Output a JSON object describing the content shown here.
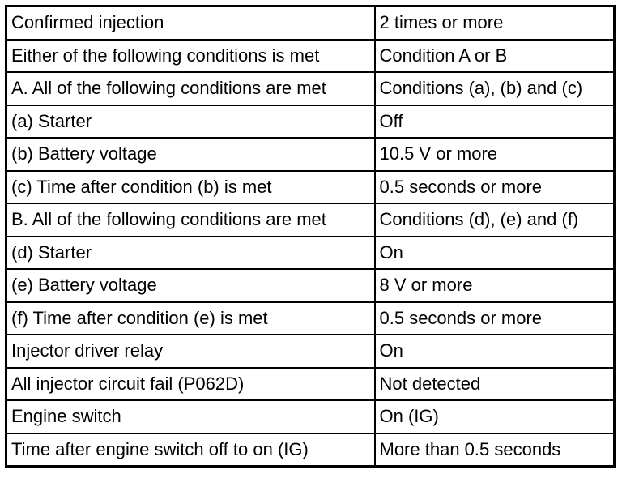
{
  "table": {
    "rows": [
      {
        "item": "Confirmed injection",
        "condition": "2 times or more"
      },
      {
        "item": "Either of the following conditions is met",
        "condition": "Condition A or B"
      },
      {
        "item": "A. All of the following conditions are met",
        "condition": "Conditions (a), (b) and (c)"
      },
      {
        "item": "(a) Starter",
        "condition": "Off"
      },
      {
        "item": "(b) Battery voltage",
        "condition": "10.5 V or more"
      },
      {
        "item": "(c) Time after condition (b) is met",
        "condition": "0.5 seconds or more"
      },
      {
        "item": "B. All of the following conditions are met",
        "condition": "Conditions (d), (e) and (f)"
      },
      {
        "item": "(d) Starter",
        "condition": "On"
      },
      {
        "item": "(e) Battery voltage",
        "condition": "8 V or more"
      },
      {
        "item": "(f) Time after condition (e) is met",
        "condition": "0.5 seconds or more"
      },
      {
        "item": "Injector driver relay",
        "condition": "On"
      },
      {
        "item": "All injector circuit fail (P062D)",
        "condition": "Not detected"
      },
      {
        "item": "Engine switch",
        "condition": "On (IG)"
      },
      {
        "item": "Time after engine switch off to on (IG)",
        "condition": "More than 0.5 seconds"
      }
    ]
  }
}
